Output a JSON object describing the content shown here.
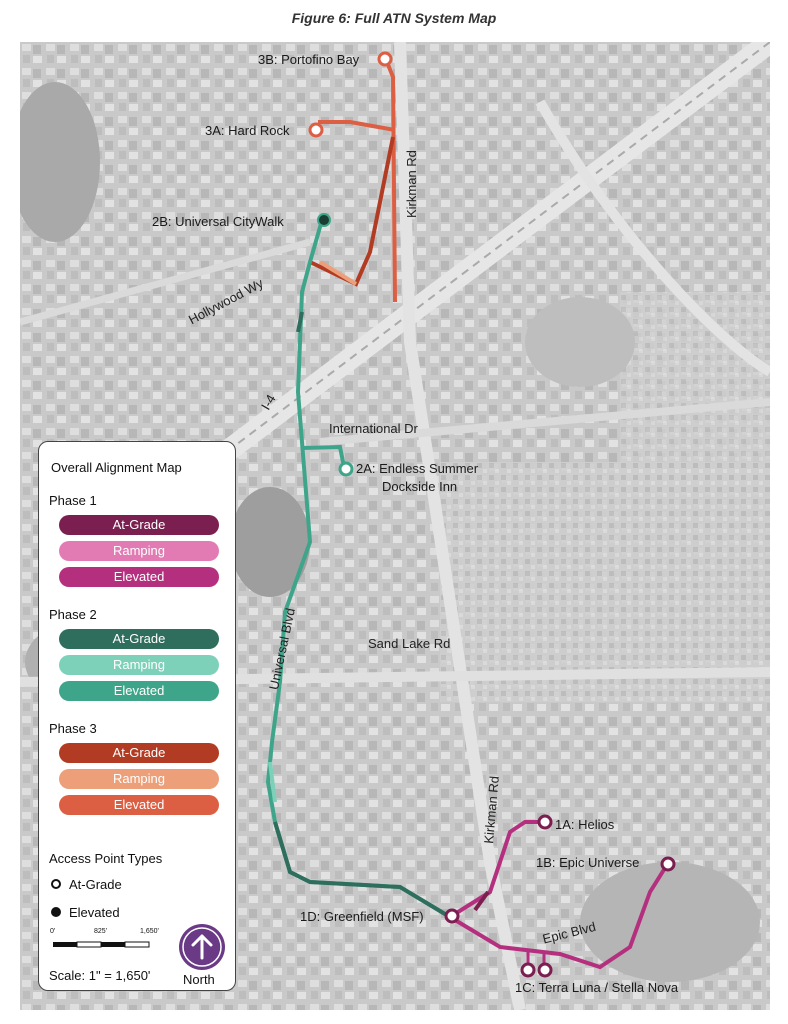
{
  "caption": "Figure 6: Full ATN System Map",
  "colors": {
    "phase1_at_grade": "#7a1f4f",
    "phase1_ramping": "#e27bb3",
    "phase1_elevated": "#b4307f",
    "phase2_at_grade": "#2f6e5c",
    "phase2_ramping": "#7dd1b9",
    "phase2_elevated": "#3ea58a",
    "phase3_at_grade": "#b23b23",
    "phase3_ramping": "#ec9f78",
    "phase3_elevated": "#dc5f43",
    "north_arrow": "#6b3a86"
  },
  "stations": {
    "s3b": "3B: Portofino Bay",
    "s3a": "3A: Hard Rock",
    "s2b": "2B: Universal CityWalk",
    "s2a_line1": "2A: Endless Summer",
    "s2a_line2": "Dockside Inn",
    "s1a": "1A: Helios",
    "s1b": "1B: Epic Universe",
    "s1d": "1D: Greenfield (MSF)",
    "s1c": "1C: Terra Luna / Stella Nova"
  },
  "roads": {
    "kirkman_north": "Kirkman Rd",
    "hollywood": "Hollywood Wy",
    "i4": "I-4",
    "international": "International Dr",
    "universal_blvd": "Universal Blvd",
    "sand_lake": "Sand Lake Rd",
    "kirkman_south": "Kirkman Rd",
    "epic_blvd": "Epic Blvd"
  },
  "legend": {
    "title": "Overall Alignment Map",
    "phase1": "Phase 1",
    "phase2": "Phase 2",
    "phase3": "Phase 3",
    "at_grade": "At-Grade",
    "ramping": "Ramping",
    "elevated": "Elevated",
    "access_title": "Access Point Types",
    "access_at_grade": "At-Grade",
    "access_elevated": "Elevated",
    "scale_0": "0'",
    "scale_825": "825'",
    "scale_1650": "1,650'",
    "scale_text": "Scale: 1\" = 1,650'",
    "north": "North"
  }
}
